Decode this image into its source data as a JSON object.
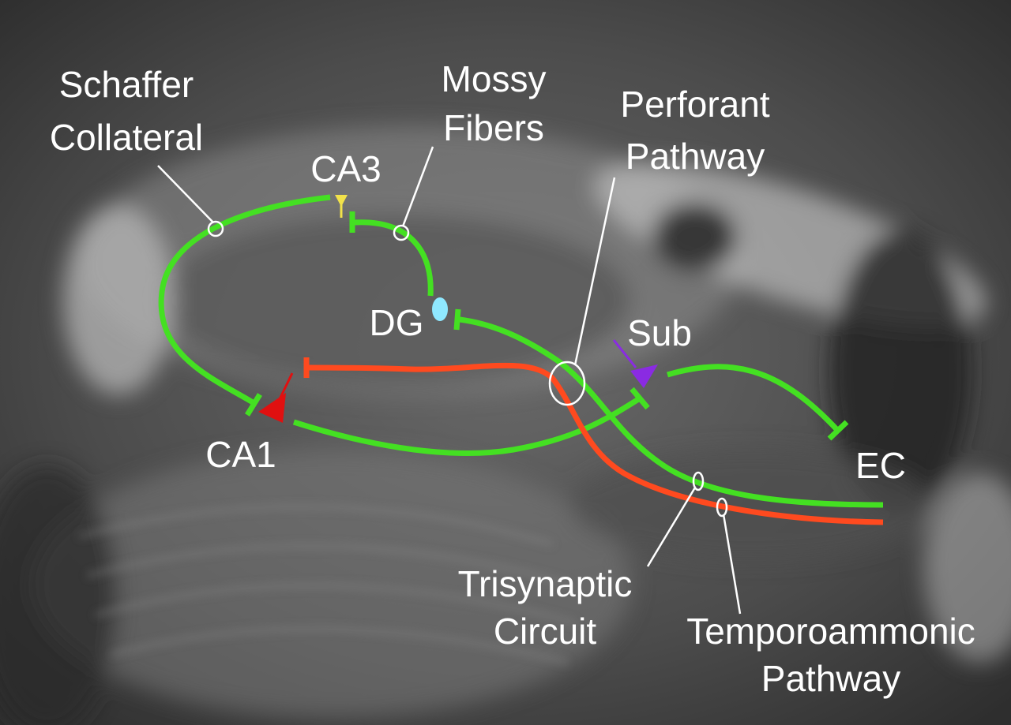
{
  "labels": {
    "schaffer_line1": "Schaffer",
    "schaffer_line2": "Collateral",
    "mossy_line1": "Mossy",
    "mossy_line2": "Fibers",
    "perforant_line1": "Perforant",
    "perforant_line2": "Pathway",
    "ca3": "CA3",
    "dg": "DG",
    "sub": "Sub",
    "ca1": "CA1",
    "ec": "EC",
    "trisynaptic_line1": "Trisynaptic",
    "trisynaptic_line2": "Circuit",
    "temporo_line1": "Temporoammonic",
    "temporo_line2": "Pathway"
  },
  "colors": {
    "trisynaptic_green": "#44e022",
    "temporoammonic_red": "#ff4a1f",
    "ca1_neuron": "#e01010",
    "ca3_neuron": "#f2e24a",
    "dg_neuron": "#8fe8ff",
    "sub_neuron": "#8a2be2",
    "label_white": "#ffffff"
  },
  "icons": {
    "ca1": "pyramidal-neuron-icon",
    "ca3": "pyramidal-neuron-icon",
    "dg": "granule-cell-icon",
    "sub": "pyramidal-neuron-icon"
  }
}
